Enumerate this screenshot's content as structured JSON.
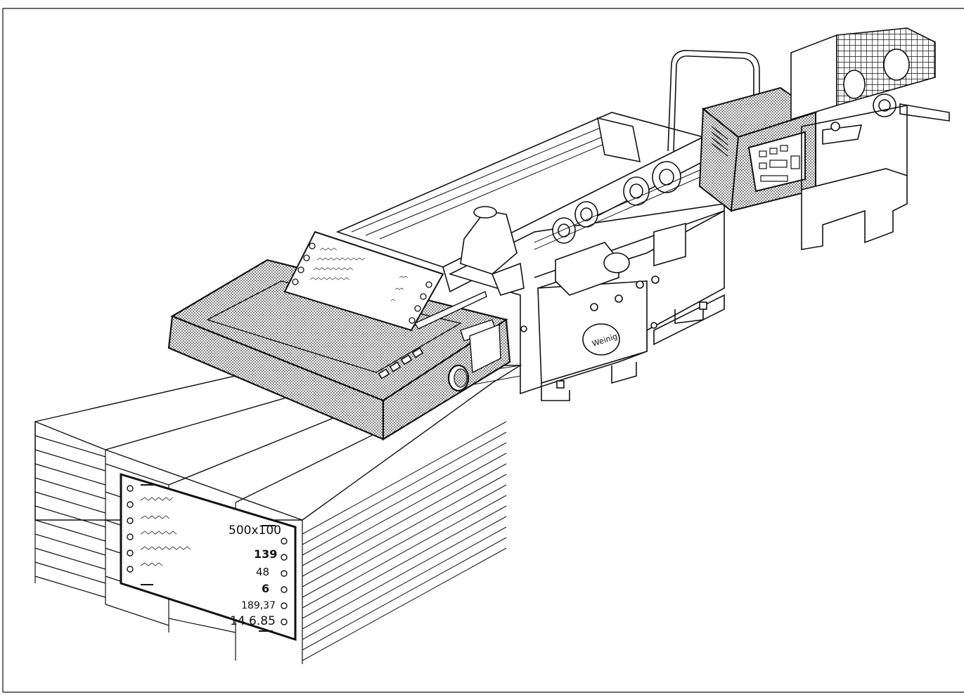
{
  "printer": {
    "readout": [
      "",
      "",
      ""
    ]
  },
  "label": {
    "values": [
      "500x100",
      "139",
      "48",
      "6",
      "189,37",
      "14.6.85"
    ]
  },
  "logo": {
    "brand": "Weinig"
  },
  "colors": {
    "ink": "#111111",
    "paper": "#ffffff",
    "dot_shade": "#9a9a9a"
  }
}
